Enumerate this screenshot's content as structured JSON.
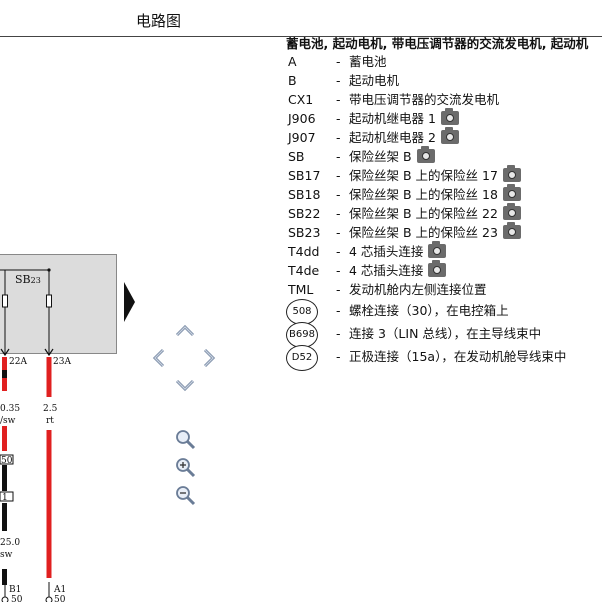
{
  "header": {
    "title": "电路图"
  },
  "legend": {
    "title": "蓄电池, 起动电机, 带电压调节器的交流发电机, 起动机",
    "items": [
      {
        "code": "A",
        "desc": "蓄电池",
        "camera": false
      },
      {
        "code": "B",
        "desc": "起动电机",
        "camera": false
      },
      {
        "code": "CX1",
        "desc": "带电压调节器的交流发电机",
        "camera": false
      },
      {
        "code": "J906",
        "desc": "起动机继电器 1",
        "camera": true
      },
      {
        "code": "J907",
        "desc": "起动机继电器 2",
        "camera": true
      },
      {
        "code": "SB",
        "desc": "保险丝架 B",
        "camera": true
      },
      {
        "code": "SB17",
        "desc": "保险丝架 B 上的保险丝 17",
        "camera": true
      },
      {
        "code": "SB18",
        "desc": "保险丝架 B 上的保险丝 18",
        "camera": true
      },
      {
        "code": "SB22",
        "desc": "保险丝架 B 上的保险丝 22",
        "camera": true
      },
      {
        "code": "SB23",
        "desc": "保险丝架 B 上的保险丝 23",
        "camera": true
      },
      {
        "code": "T4dd",
        "desc": "4 芯插头连接",
        "camera": true
      },
      {
        "code": "T4de",
        "desc": "4 芯插头连接",
        "camera": true
      },
      {
        "code": "TML",
        "desc": "发动机舱内左侧连接位置",
        "camera": false
      }
    ],
    "connectors": [
      {
        "code": "508",
        "desc": "螺栓连接（30），在电控箱上"
      },
      {
        "code": "B698",
        "desc": "连接 3（LIN 总线），在主导线束中"
      },
      {
        "code": "D52",
        "desc": "正极连接（15a），在发动机舱导线束中"
      }
    ]
  },
  "diagram": {
    "fuse_label_main": "SB",
    "fuse_label_sub": "23",
    "pin_a": "22A",
    "pin_b": "23A",
    "wire_a_size": "0.35",
    "wire_a_color": "/sw",
    "wire_b_size": "2.5",
    "wire_b_color": "rt",
    "conn_a_top": "50",
    "conn_a_mid": "1",
    "wire_a2_size": "25.0",
    "wire_a2_color": "sw",
    "end_a_label": "B1",
    "end_a_num": "50",
    "end_b_label": "A1",
    "end_b_num": "50",
    "colors": {
      "wire_red": "#e02020",
      "wire_black": "#111111",
      "box_gray": "#dcdcdc"
    }
  },
  "controls": {
    "pan_up": "arrow-up-icon",
    "pan_left": "arrow-left-icon",
    "pan_right": "arrow-right-icon",
    "pan_down": "arrow-down-icon",
    "zoom_fit": "magnifier-icon",
    "zoom_in": "zoom-in-icon",
    "zoom_out": "zoom-out-icon"
  }
}
